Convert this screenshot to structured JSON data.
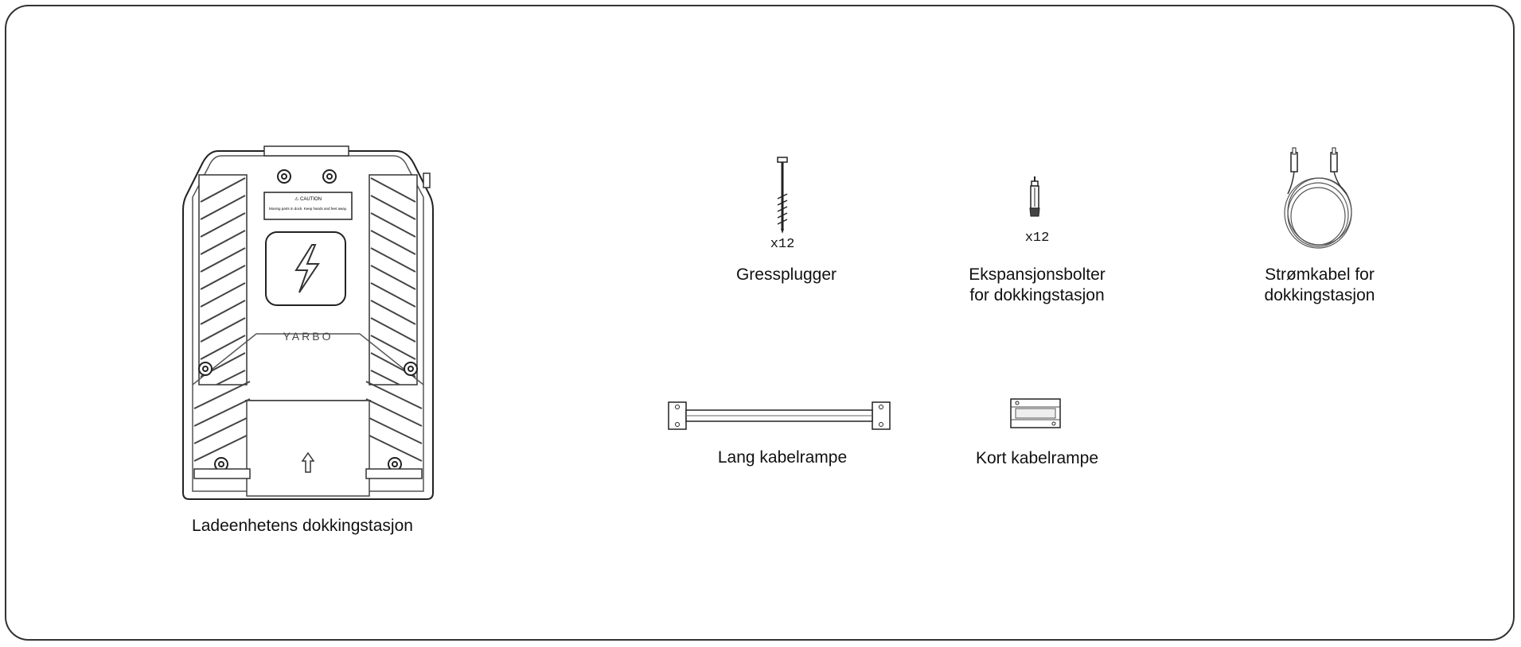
{
  "items": [
    {
      "id": "dock",
      "label": "Ladeenhetens dokkingstasjon",
      "icon": "charging-dock-icon"
    },
    {
      "id": "pegs",
      "label": "Gressplugger",
      "qty": "x12",
      "icon": "ground-peg-icon"
    },
    {
      "id": "bolts",
      "label_lines": [
        "Ekspansjonsbolter",
        "for dokkingstasjon"
      ],
      "qty": "x12",
      "icon": "expansion-bolt-icon"
    },
    {
      "id": "cable",
      "label_lines": [
        "Strømkabel for",
        "dokkingstasjon"
      ],
      "icon": "power-cable-icon"
    },
    {
      "id": "long_ramp",
      "label": "Lang kabelrampe",
      "icon": "long-cable-ramp-icon"
    },
    {
      "id": "short_ramp",
      "label": "Kort kabelrampe",
      "icon": "short-cable-ramp-icon"
    }
  ],
  "dock": {
    "brand": "YARBO",
    "caution_title": "⚠ CAUTION",
    "caution_text": "Moving parts in dock. Keep hands and feet away."
  }
}
